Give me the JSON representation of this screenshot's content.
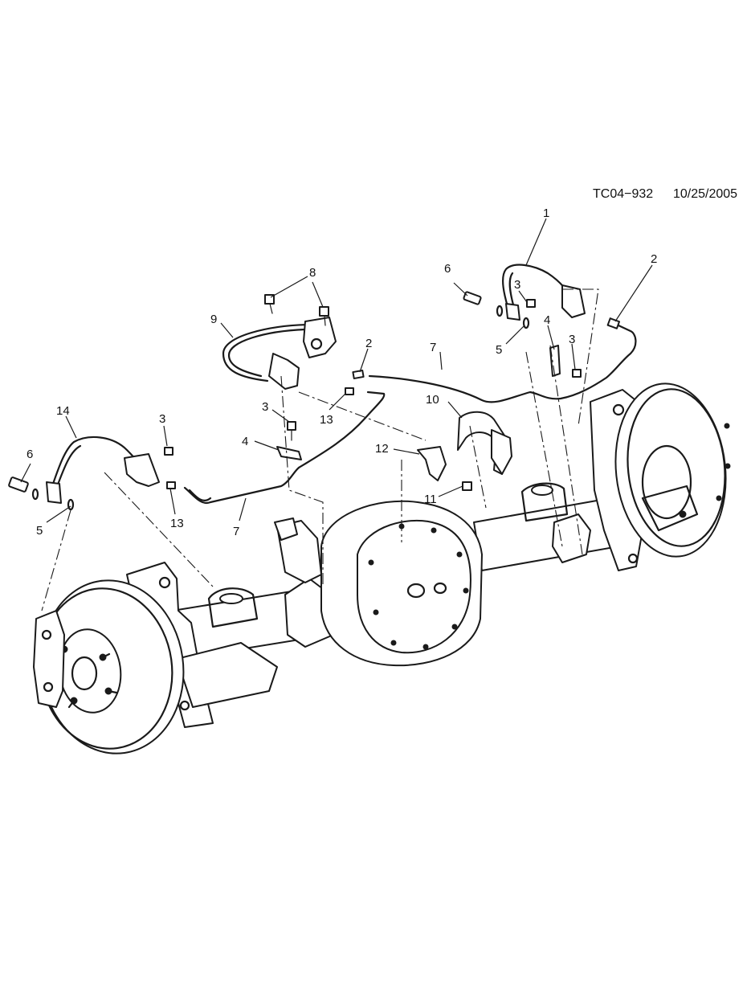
{
  "header": {
    "drawing_id": "TC04−932",
    "date": "10/25/2005"
  },
  "callouts": {
    "c1": "1",
    "c2a": "2",
    "c2b": "2",
    "c3a": "3",
    "c3b": "3",
    "c3c": "3",
    "c3d": "3",
    "c4a": "4",
    "c4b": "4",
    "c5a": "5",
    "c5b": "5",
    "c6a": "6",
    "c6b": "6",
    "c7a": "7",
    "c7b": "7",
    "c8": "8",
    "c9": "9",
    "c10": "10",
    "c11": "11",
    "c12": "12",
    "c13a": "13",
    "c13b": "13",
    "c14": "14"
  }
}
